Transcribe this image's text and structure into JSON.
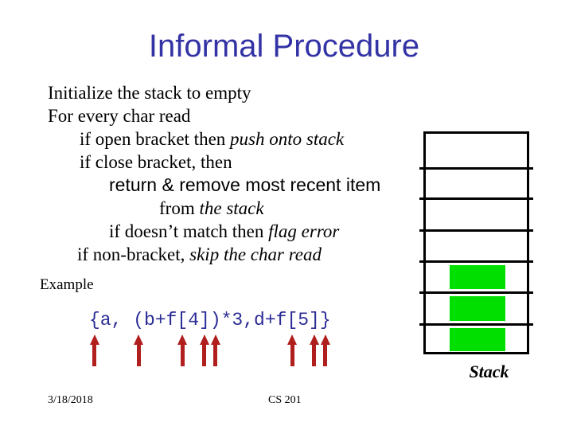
{
  "slide": {
    "title": "Informal Procedure",
    "title_color": "#3333a6"
  },
  "procedure": {
    "lines": [
      {
        "pre": "Initialize the stack to empty"
      },
      {
        "pre": "For every char read"
      },
      {
        "pre": "if open bracket then ",
        "em": "push onto stack"
      },
      {
        "pre": "if close bracket, then"
      },
      {
        "sans": "return & remove most recent item"
      },
      {
        "pre": "from ",
        "em": "the stack"
      },
      {
        "pre": "if doesn’t match then ",
        "em": "flag error"
      },
      {
        "pre": "if non-bracket, ",
        "em": "skip the char read"
      }
    ]
  },
  "example": {
    "label": "Example",
    "expression": "{a, (b+f[4])*3,d+f[5]}",
    "expression_color": "#2b2b96",
    "arrow_color": "#b01e1e",
    "arrows": [
      {
        "char": "{",
        "index": 0
      },
      {
        "char": "(",
        "index": 4
      },
      {
        "char": "[",
        "index": 8
      },
      {
        "char": "]",
        "index": 10
      },
      {
        "char": ")",
        "index": 11
      },
      {
        "char": "[",
        "index": 18
      },
      {
        "char": "]",
        "index": 20
      },
      {
        "char": "}",
        "index": 21
      }
    ]
  },
  "stack": {
    "label": "Stack",
    "rows": 7,
    "filled": [
      false,
      false,
      false,
      false,
      true,
      true,
      true
    ],
    "fill_color": "#00df00",
    "border_color": "#000000"
  },
  "footer": {
    "date": "3/18/2018",
    "course": "CS 201"
  }
}
